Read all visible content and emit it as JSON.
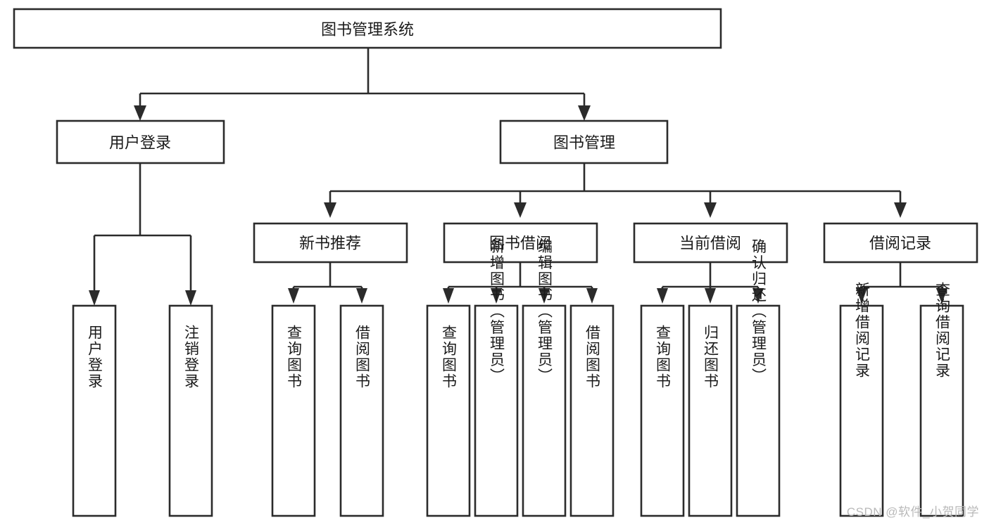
{
  "diagram": {
    "type": "tree",
    "title": "图书管理系统",
    "orientation": "top-down",
    "colors": {
      "box_stroke": "#2b2b2b",
      "box_fill": "#ffffff",
      "connector": "#2b2b2b",
      "text": "#1a1a1a",
      "watermark": "#b9b9b9",
      "background": "#ffffff"
    },
    "root": {
      "label": "图书管理系统"
    },
    "level2": [
      {
        "label": "用户登录"
      },
      {
        "label": "图书管理"
      }
    ],
    "level3": [
      {
        "label": "新书推荐"
      },
      {
        "label": "图书借阅"
      },
      {
        "label": "当前借阅"
      },
      {
        "label": "借阅记录"
      }
    ],
    "leaves": {
      "user_login": [
        {
          "label": "用户登录"
        },
        {
          "label": "注销登录"
        }
      ],
      "new_book_recommend": [
        {
          "label": "查询图书"
        },
        {
          "label": "借阅图书"
        }
      ],
      "book_borrow": [
        {
          "label": "查询图书"
        },
        {
          "label": "新增图书（管理员）"
        },
        {
          "label": "编辑图书（管理员）"
        },
        {
          "label": "借阅图书"
        }
      ],
      "current_borrow": [
        {
          "label": "查询图书"
        },
        {
          "label": "归还图书"
        },
        {
          "label": "确认归还（管理员）"
        }
      ],
      "borrow_record": [
        {
          "label": "新增借阅记录"
        },
        {
          "label": "查询借阅记录"
        }
      ]
    }
  },
  "watermark": {
    "text": "CSDN @软件_小贺同学"
  }
}
